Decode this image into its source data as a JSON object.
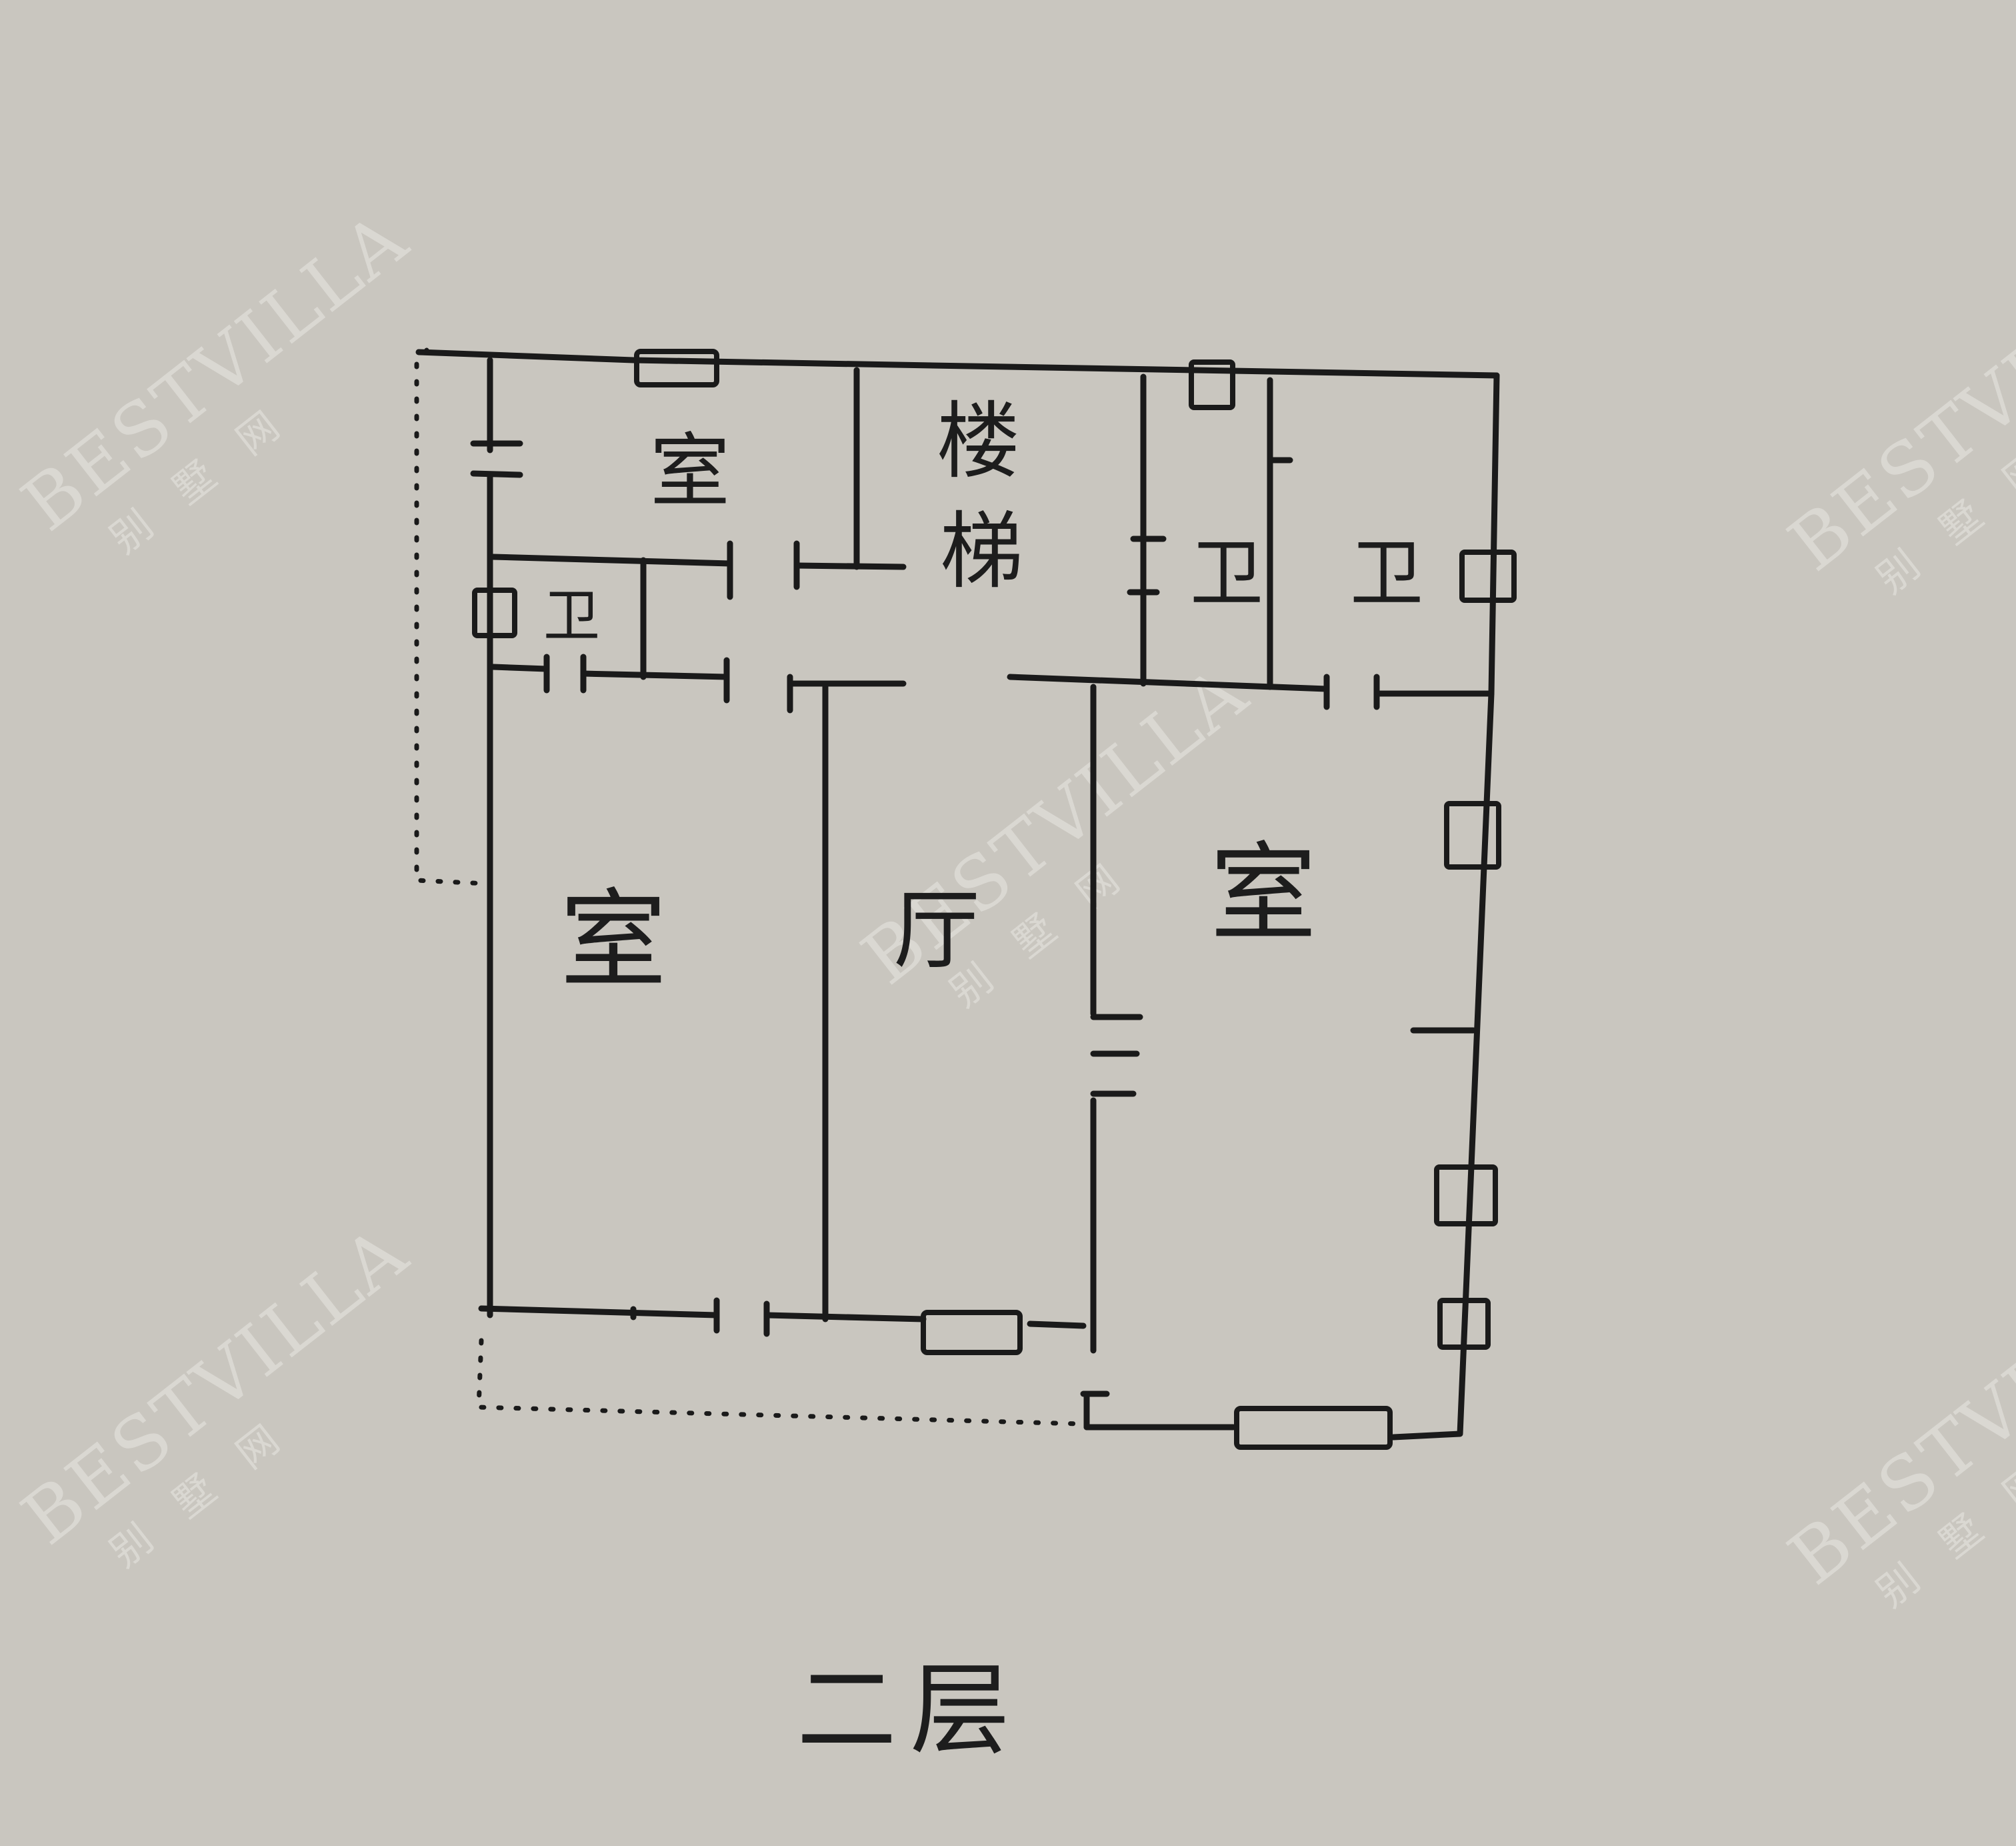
{
  "floor_title": "二层",
  "rooms": {
    "room_top_left": "室",
    "stairs_top": "楼",
    "stairs_bottom": "梯",
    "bath_center": "卫",
    "bath_right": "卫",
    "bath_small": "卫",
    "room_bottom_left": "室",
    "hall": "厅",
    "room_right": "室"
  },
  "watermark": {
    "text_en": "BESTVILLA",
    "text_cn": "别墅网"
  },
  "colors": {
    "paper": "#c9c6bf",
    "ink": "#1a1a1a",
    "watermark": "#e9e7e3"
  }
}
